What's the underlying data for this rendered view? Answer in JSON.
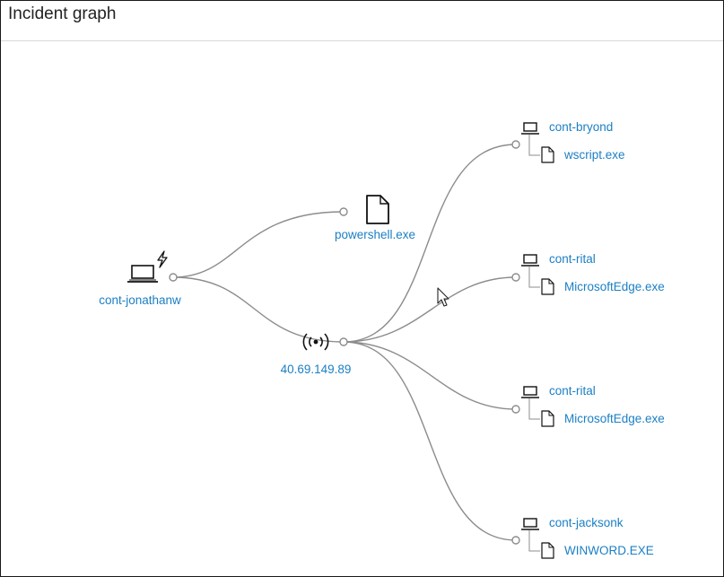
{
  "panel": {
    "title": "Incident graph"
  },
  "graph": {
    "source": {
      "label": "cont-jonathanw",
      "icon": "laptop-icon",
      "badge": "lightning-icon"
    },
    "process": {
      "label": "powershell.exe",
      "icon": "file-icon"
    },
    "ip": {
      "label": "40.69.149.89",
      "icon": "antenna-icon"
    },
    "hosts": [
      {
        "label": "cont-bryond",
        "process": "wscript.exe"
      },
      {
        "label": "cont-rital",
        "process": "MicrosoftEdge.exe"
      },
      {
        "label": "cont-rital",
        "process": "MicrosoftEdge.exe"
      },
      {
        "label": "cont-jacksonk",
        "process": "WINWORD.EXE"
      }
    ]
  },
  "colors": {
    "link": "#1b7fc4",
    "edge": "#8c8c8c",
    "icon": "#111111"
  }
}
